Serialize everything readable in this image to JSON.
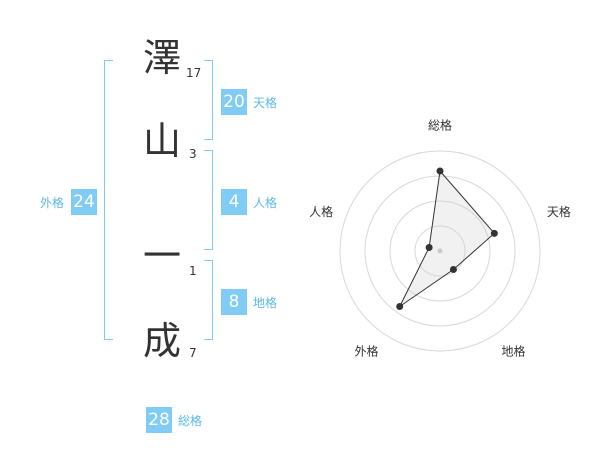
{
  "name_chars": [
    {
      "char": "澤",
      "strokes": "17"
    },
    {
      "char": "山",
      "strokes": "3"
    },
    {
      "char": "一",
      "strokes": "1"
    },
    {
      "char": "成",
      "strokes": "7"
    }
  ],
  "fortunes": {
    "tenkaku": {
      "value": "20",
      "label": "天格"
    },
    "jinkaku": {
      "value": "4",
      "label": "人格"
    },
    "chikaku": {
      "value": "8",
      "label": "地格"
    },
    "gaikaku": {
      "value": "24",
      "label": "外格"
    },
    "soukaku": {
      "value": "28",
      "label": "総格"
    }
  },
  "colors": {
    "accent": "#80ccf4",
    "accent_text": "#5bbae6",
    "text": "#333333"
  },
  "chart_data": {
    "type": "radar",
    "axes": [
      "総格",
      "天格",
      "地格",
      "外格",
      "人格"
    ],
    "values": [
      28,
      20,
      8,
      24,
      4
    ],
    "rings": 4,
    "grid": true
  }
}
